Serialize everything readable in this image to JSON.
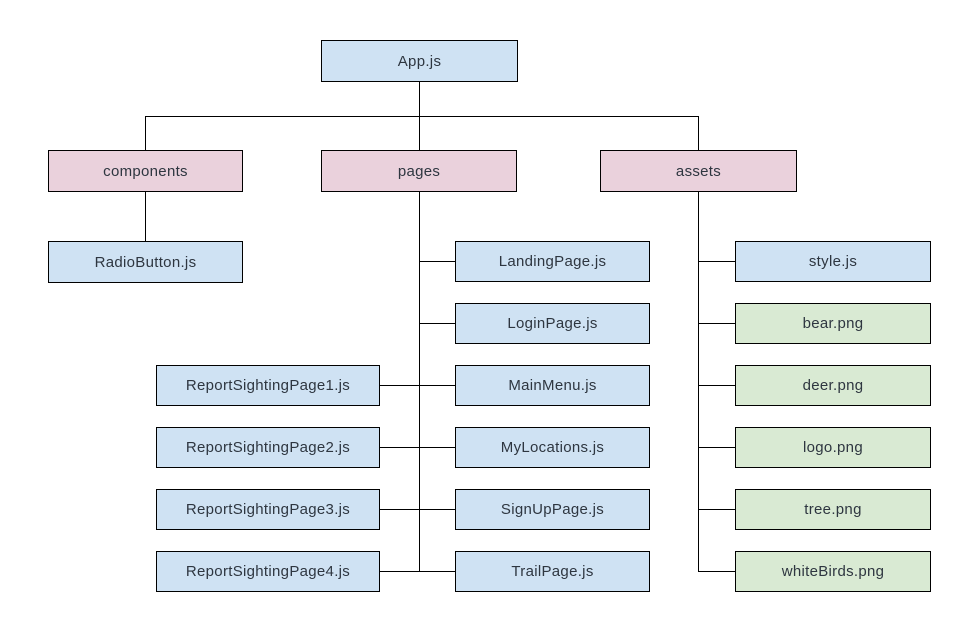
{
  "palette": {
    "js_fill": "#cfe2f3",
    "folder_fill": "#ead1dc",
    "png_fill": "#d9ead3",
    "border": "#000000",
    "line": "#000000",
    "text": "#2e3640",
    "background": "#ffffff"
  },
  "tree": {
    "root": {
      "label": "App.js"
    },
    "folders": [
      {
        "label": "components"
      },
      {
        "label": "pages"
      },
      {
        "label": "assets"
      }
    ],
    "components_children": [
      {
        "label": "RadioButton.js"
      }
    ],
    "pages_left_children": [
      {
        "label": "ReportSightingPage1.js"
      },
      {
        "label": "ReportSightingPage2.js"
      },
      {
        "label": "ReportSightingPage3.js"
      },
      {
        "label": "ReportSightingPage4.js"
      }
    ],
    "pages_right_children": [
      {
        "label": "LandingPage.js"
      },
      {
        "label": "LoginPage.js"
      },
      {
        "label": "MainMenu.js"
      },
      {
        "label": "MyLocations.js"
      },
      {
        "label": "SignUpPage.js"
      },
      {
        "label": "TrailPage.js"
      }
    ],
    "assets_children": [
      {
        "label": "style.js",
        "kind": "js"
      },
      {
        "label": "bear.png",
        "kind": "png"
      },
      {
        "label": "deer.png",
        "kind": "png"
      },
      {
        "label": "logo.png",
        "kind": "png"
      },
      {
        "label": "tree.png",
        "kind": "png"
      },
      {
        "label": "whiteBirds.png",
        "kind": "png"
      }
    ]
  }
}
